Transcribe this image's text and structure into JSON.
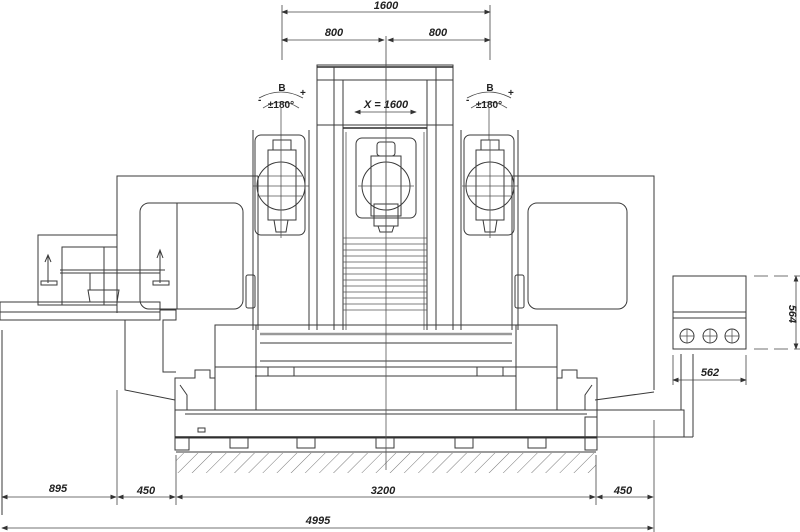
{
  "drawing": {
    "type": "front elevation technical drawing",
    "subject": "gantry machining center"
  },
  "dimensions": {
    "top_total": "1600",
    "top_left_half": "800",
    "top_right_half": "800",
    "x_travel": "X = 1600",
    "left_rotation_axis": "B",
    "left_rotation_range": "±180°",
    "right_rotation_axis": "B",
    "right_rotation_range": "±180°",
    "rotation_minus": "-",
    "rotation_plus": "+",
    "control_panel_height": "564",
    "control_panel_width": "562",
    "bottom_left_1": "895",
    "bottom_left_2": "450",
    "bottom_center": "3200",
    "bottom_right": "450",
    "overall_width": "4995"
  },
  "control_panel": {
    "knobs": 3
  },
  "colors": {
    "line": "#3a3a3a",
    "background": "#ffffff"
  }
}
